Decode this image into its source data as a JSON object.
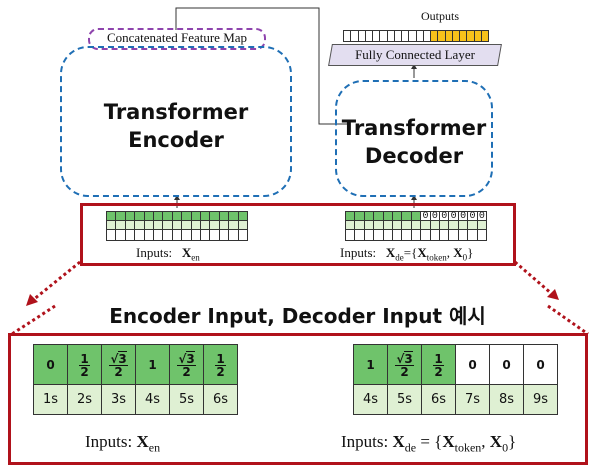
{
  "encoder": {
    "title_line1": "Transformer",
    "title_line2": "Encoder"
  },
  "decoder": {
    "title_line1": "Transformer",
    "title_line2": "Decoder"
  },
  "concat_label": "Concatenated Feature Map",
  "outputs_label": "Outputs",
  "fc_label": "Fully Connected Layer",
  "top_inputs": {
    "enc_label": "Inputs:",
    "enc_var": "X",
    "enc_sub": "en",
    "dec_label": "Inputs:",
    "dec_var": "X",
    "dec_sub": "de",
    "dec_eq": "={",
    "dec_tok_var": "X",
    "dec_tok_sub": "token",
    "dec_comma": ",",
    "dec_zero_var": "X",
    "dec_zero_sub": "0",
    "dec_close": "}",
    "zeros": [
      "0",
      "0",
      "0",
      "0",
      "0",
      "0",
      "0"
    ]
  },
  "section_title": "Encoder Input, Decoder Input 예시",
  "encoder_table": {
    "values": [
      "0",
      "1/2",
      "√3/2",
      "1",
      "√3/2",
      "1/2"
    ],
    "times": [
      "1s",
      "2s",
      "3s",
      "4s",
      "5s",
      "6s"
    ]
  },
  "decoder_table": {
    "values": [
      "1",
      "√3/2",
      "1/2",
      "0",
      "0",
      "0"
    ],
    "times": [
      "4s",
      "5s",
      "6s",
      "7s",
      "8s",
      "9s"
    ]
  },
  "bottom_inputs": {
    "enc_label": "Inputs:",
    "enc_var": "X",
    "enc_sub": "en",
    "dec_label": "Inputs:",
    "dec_var": "X",
    "dec_sub": "de",
    "dec_eq": "= {",
    "dec_tok_var": "X",
    "dec_tok_sub": "token",
    "dec_comma": ",",
    "dec_zero_var": "X",
    "dec_zero_sub": "0",
    "dec_close": "}"
  },
  "colors": {
    "green": "#6fc36b",
    "light_green": "#dff0d3",
    "yellow": "#f7c21a",
    "red": "#b0121b",
    "blue": "#1f6fb5",
    "purple": "#8e44ad",
    "fc_fill": "#e3def0"
  }
}
